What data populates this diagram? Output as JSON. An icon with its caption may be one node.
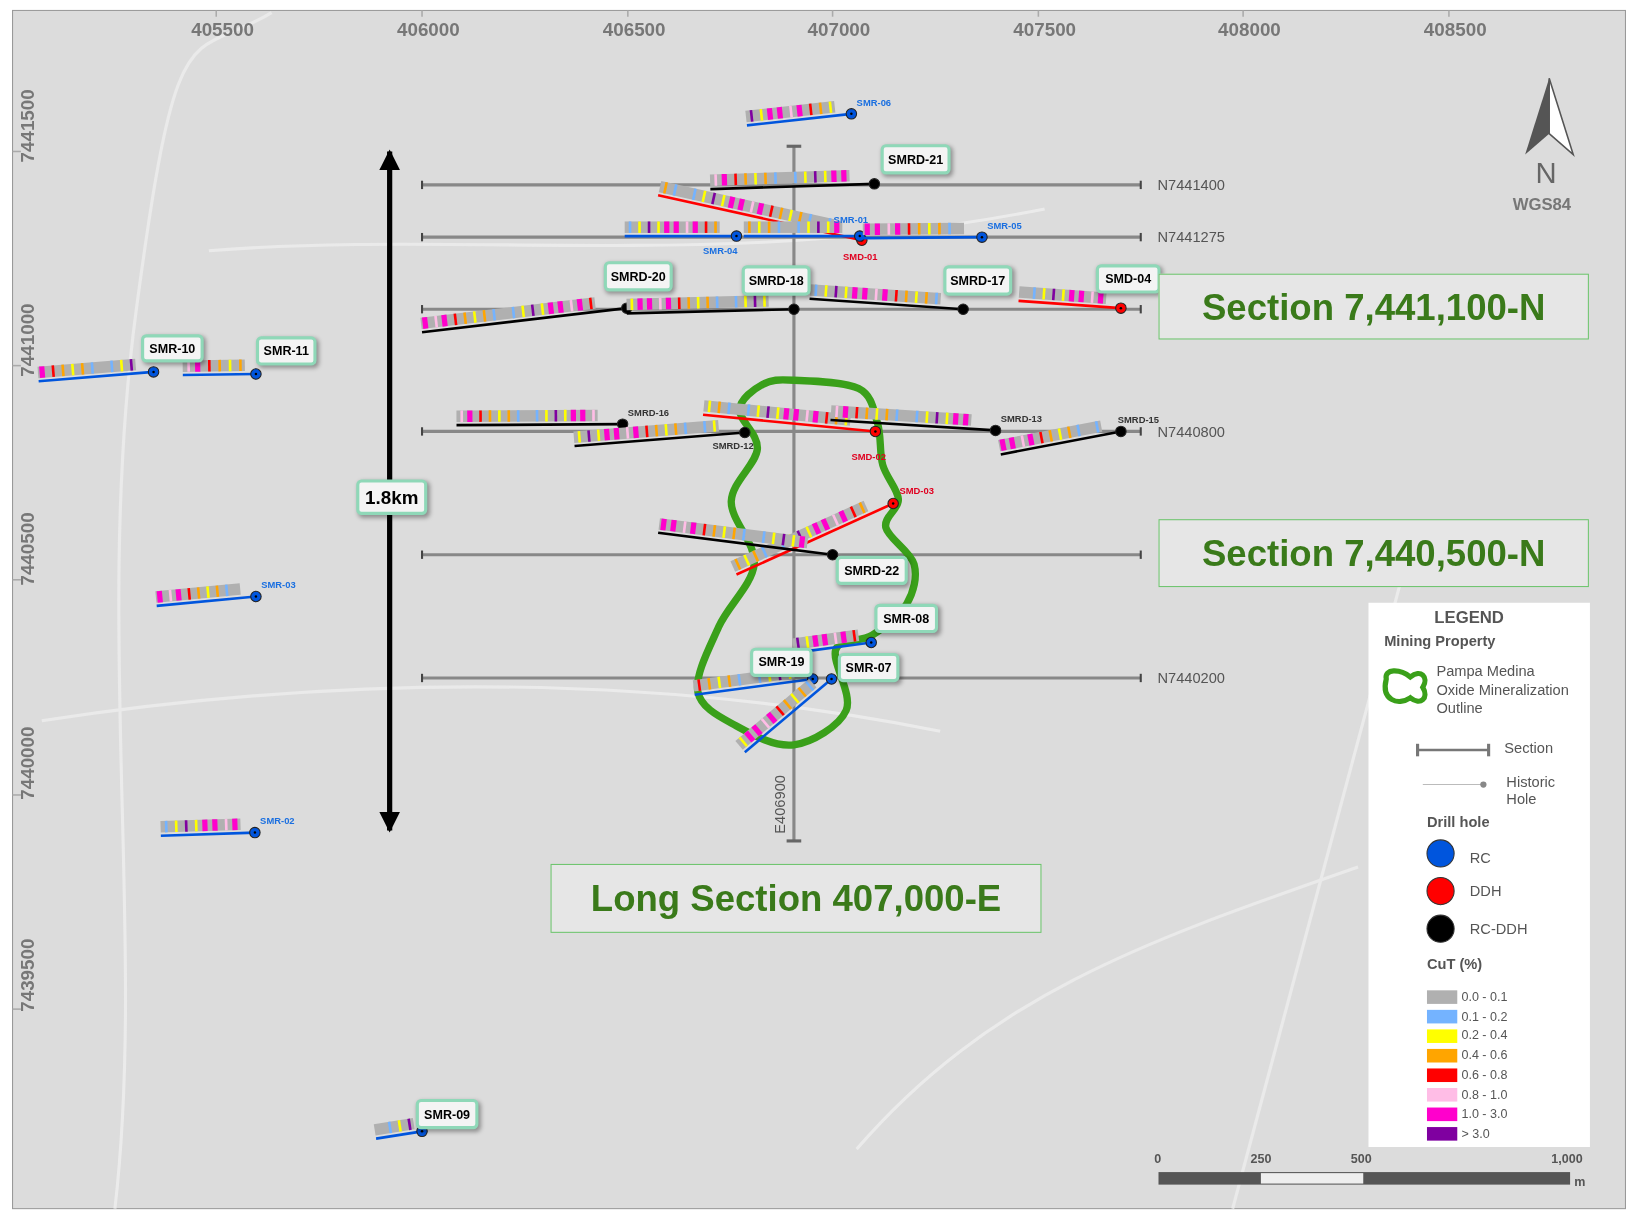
{
  "diagram": {
    "nodes": [
      {
        "text": [
          "SMRD-21"
        ]
      },
      {
        "text": [
          "SMRD-20"
        ]
      },
      {
        "text": [
          "SMRD-18"
        ]
      },
      {
        "text": [
          "SMRD-17"
        ]
      },
      {
        "text": [
          "SMD-04"
        ]
      },
      {
        "text": [
          "Section 7,441,100-N"
        ]
      },
      {
        "text": [
          "SMR-10"
        ]
      },
      {
        "text": [
          "SMR-11"
        ]
      },
      {
        "text": [
          "1.8km"
        ]
      },
      {
        "text": [
          "Section 7,440,500-N"
        ]
      },
      {
        "text": [
          "SMRD-22"
        ]
      },
      {
        "text": [
          "SMR-08"
        ]
      },
      {
        "text": [
          "SMR-19"
        ]
      },
      {
        "text": [
          "SMR-07"
        ]
      },
      {
        "text": [
          "Long Section 407,000-E"
        ]
      },
      {
        "text": [
          "SMR-09"
        ]
      }
    ],
    "labels": [
      "405500",
      "406000",
      "406500",
      "407000",
      "407500",
      "408000",
      "408500",
      "7441500",
      "7441000",
      "7440500",
      "7440000",
      "7439500",
      "SMR-06",
      "N",
      "WGS84",
      "N7441400",
      "SMR-01",
      "SMR-05",
      "N7441275",
      "SMR-04",
      "SMD-01",
      "SMRD-16",
      "SMRD-13",
      "SMRD-15",
      "N7440800",
      "SMRD-12",
      "SMD-02",
      "SMD-03",
      "SMR-03",
      "N7440200",
      "E406900",
      "SMR-02",
      "LEGEND",
      "Mining Property",
      "Drill hole",
      "CuT (%)",
      "0",
      "250",
      "500",
      "1,000",
      "m"
    ],
    "legend": [
      {
        "text": "Pampa Medina Oxide Mineralization Outline"
      },
      {
        "text": "Section"
      },
      {
        "text": "Historic Hole"
      },
      {
        "text": "RC",
        "color": "#0055dd"
      },
      {
        "text": "DDH",
        "color": "#ff0000"
      },
      {
        "text": "RC-DDH",
        "color": "#000000"
      },
      {
        "text": "0.0 - 0.1",
        "color": "#b0b0b0"
      },
      {
        "text": "0.1 - 0.2",
        "color": "#74b3ff"
      },
      {
        "text": "0.2 - 0.4",
        "color": "#ffff00"
      },
      {
        "text": "0.4 - 0.6",
        "color": "#ffa500"
      },
      {
        "text": "0.6 - 0.8",
        "color": "#ff0000"
      },
      {
        "text": "0.8 - 1.0",
        "color": "#ffbde6"
      },
      {
        "text": "1.0 - 3.0",
        "color": "#ff00cc"
      },
      {
        "text": "> 3.0",
        "color": "#7f00a0"
      }
    ]
  }
}
